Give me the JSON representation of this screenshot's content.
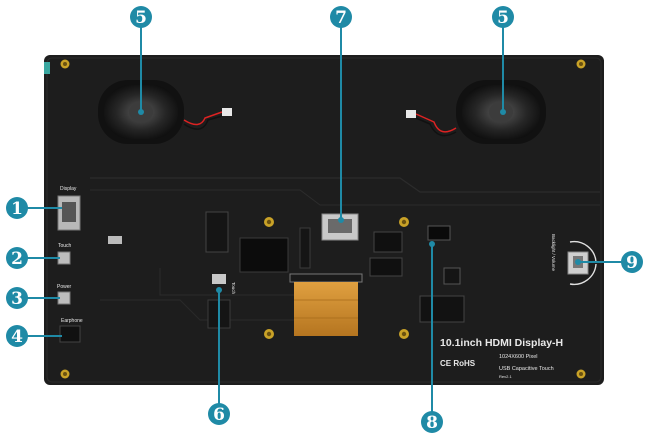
{
  "board": {
    "title": "10.1inch HDMI Display-H",
    "resolution": "1024X600 Pixel",
    "touch_type": "USB Capacitive Touch",
    "revision": "Rev2.1",
    "certifications": "CE RoHS"
  },
  "port_labels": {
    "display": "Display",
    "touch_left": "Touch",
    "power": "Power",
    "earphone": "Earphone",
    "touch_mid": "Touch",
    "backlight": "Backlight / Volume"
  },
  "callouts": [
    "1",
    "2",
    "3",
    "4",
    "5",
    "5",
    "6",
    "7",
    "8",
    "9"
  ],
  "colors": {
    "callout": "#1f8aa6",
    "board": "#1d1d1d",
    "fpc": "#c98a2b",
    "gold": "#c9a227"
  }
}
